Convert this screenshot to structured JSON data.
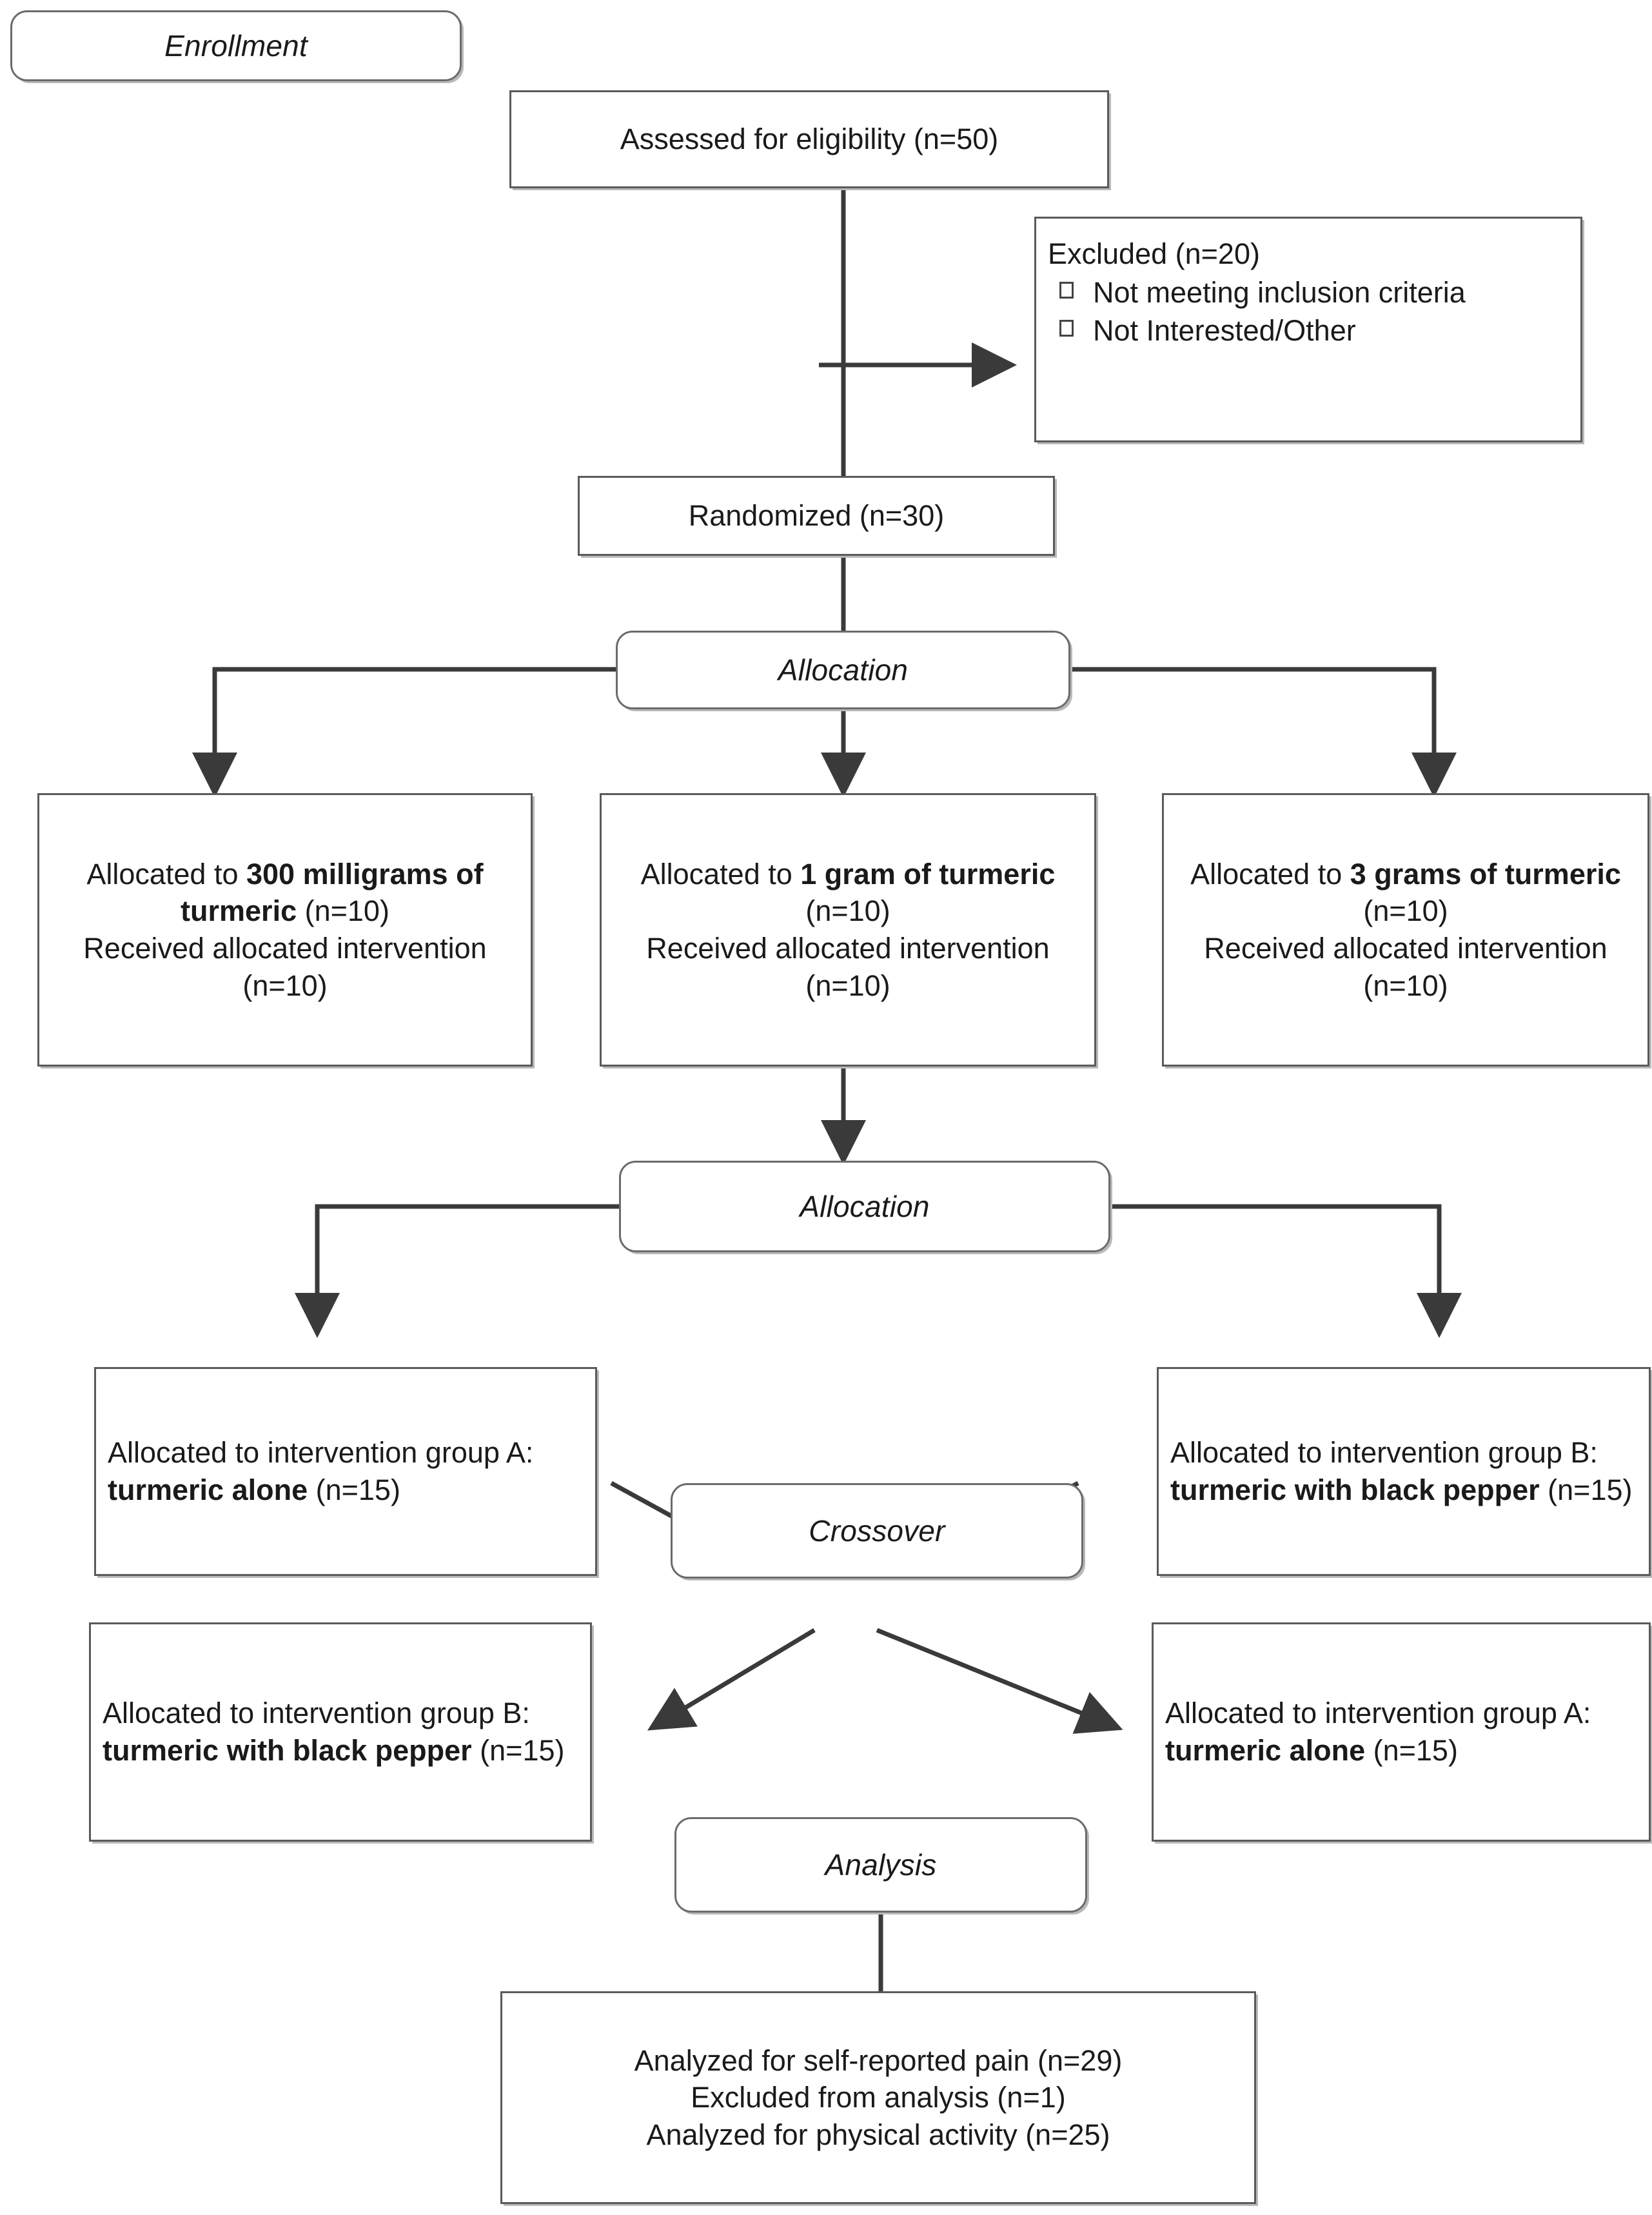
{
  "diagram": {
    "title": "CONSORT participant flow diagram",
    "colors": {
      "border": "#5a5a5a",
      "shadow": "#b9b9b9",
      "text": "#1a1a1a",
      "arrow": "#3a3a3a",
      "background": "#ffffff"
    }
  },
  "stages": {
    "enrollment": "Enrollment",
    "allocation_1": "Allocation",
    "allocation_2": "Allocation",
    "crossover": "Crossover",
    "analysis": "Analysis"
  },
  "nodes": {
    "assessed": {
      "line1": "Assessed for eligibility (n=50)"
    },
    "excluded": {
      "title": "Excluded (n=20)",
      "items": [
        "Not meeting inclusion criteria",
        "Not Interested/Other"
      ],
      "bullet_icon": "empty-checkbox"
    },
    "randomized": {
      "line1": "Randomized (n=30)"
    },
    "dose_300mg": {
      "lead": "Allocated to ",
      "bold": "300 milligrams of turmeric",
      "n": " (n=10)",
      "line2": "Received allocated intervention (n=10)"
    },
    "dose_1g": {
      "lead": "Allocated to ",
      "bold": "1 gram of turmeric",
      "n": " (n=10)",
      "line2": "Received allocated intervention (n=10)"
    },
    "dose_3g": {
      "lead": "Allocated to ",
      "bold": "3 grams of turmeric",
      "n": " (n=10)",
      "line2": "Received allocated intervention (n=10)"
    },
    "group_a_top": {
      "lead": "Allocated to intervention group A: ",
      "bold": "turmeric alone",
      "n": " (n=15)"
    },
    "group_b_top": {
      "lead": "Allocated to intervention group B: ",
      "bold": "turmeric with black pepper",
      "n": " (n=15)"
    },
    "group_b_bottom": {
      "lead": "Allocated to intervention group B: ",
      "bold": "turmeric with black pepper",
      "n": " (n=15)"
    },
    "group_a_bottom": {
      "lead": "Allocated to intervention group A: ",
      "bold": "turmeric alone",
      "n": " (n=15)"
    },
    "analysis_results": {
      "line1": "Analyzed for self-reported pain (n=29)",
      "line2": "Excluded from analysis (n=1)",
      "line3": "Analyzed for physical activity (n=25)"
    }
  },
  "counts": {
    "assessed_for_eligibility": 50,
    "excluded": 20,
    "randomized": 30,
    "allocated_300mg": 10,
    "received_300mg": 10,
    "allocated_1g": 10,
    "received_1g": 10,
    "allocated_3g": 10,
    "received_3g": 10,
    "group_a_period1": 15,
    "group_b_period1": 15,
    "group_b_period2": 15,
    "group_a_period2": 15,
    "analyzed_self_reported_pain": 29,
    "excluded_from_analysis": 1,
    "analyzed_physical_activity": 25
  }
}
